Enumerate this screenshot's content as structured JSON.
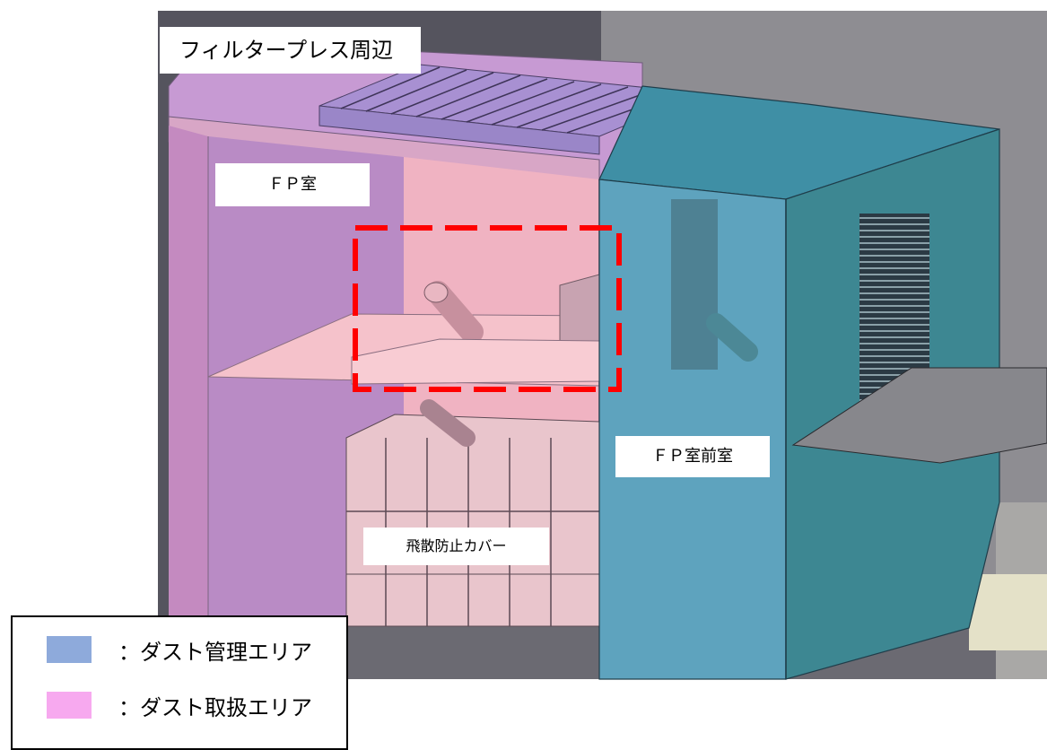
{
  "title": "フィルタープレス周辺",
  "labels": {
    "fp_room": "ＦＰ室",
    "fp_anteroom": "ＦＰ室前室",
    "scatter_cover": "飛散防止カバー"
  },
  "legend": {
    "items": [
      {
        "text": "：ダスト管理エリア",
        "color": "#8eaadb"
      },
      {
        "text": "：ダスト取扱エリア",
        "color": "#f7a9ef"
      }
    ]
  },
  "colors": {
    "dust_handling_area": "#f2b6cd",
    "dust_control_area": "#4a9fb5",
    "highlight_dashed_frame": "#ff0000"
  }
}
